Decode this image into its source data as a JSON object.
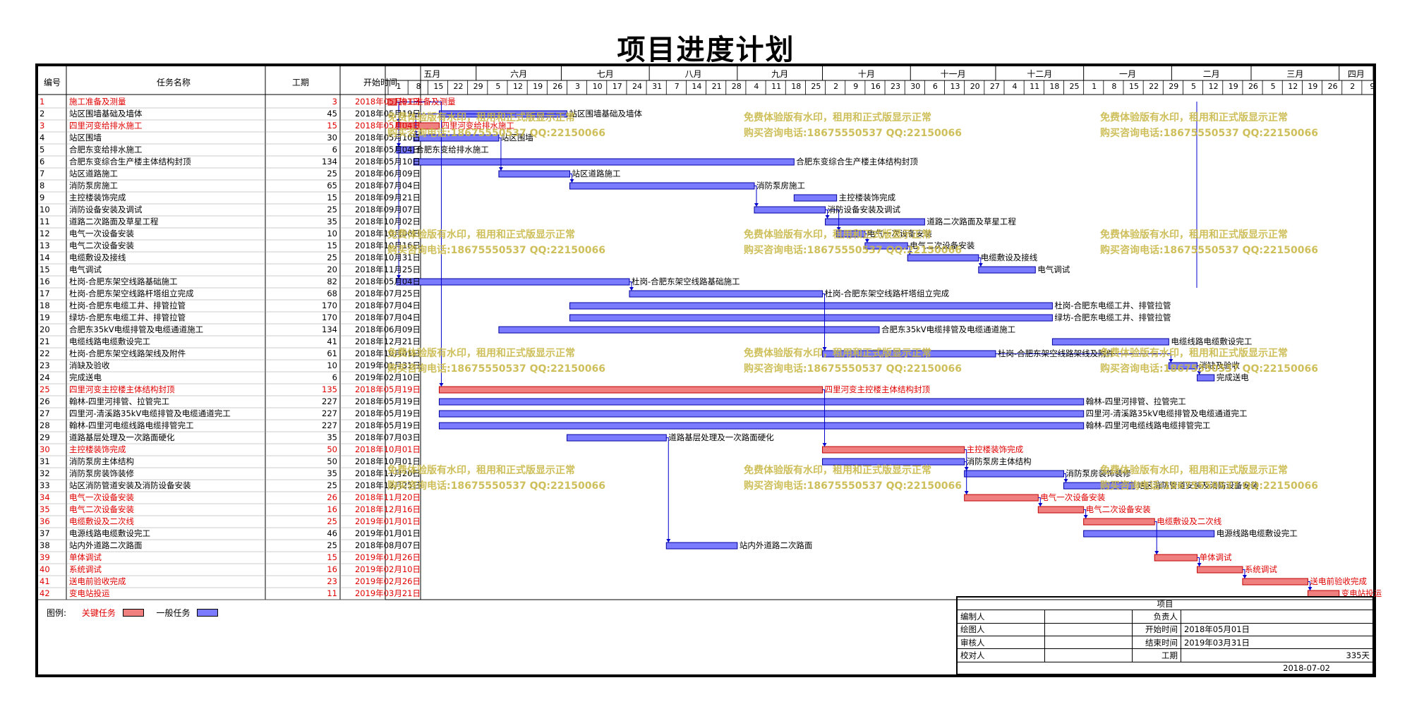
{
  "title": "项目进度计划",
  "columns": {
    "num": "编号",
    "name": "任务名称",
    "duration": "工期",
    "start": "开始时间"
  },
  "months": [
    "五月",
    "六月",
    "七月",
    "八月",
    "九月",
    "十月",
    "十一月",
    "十二月",
    "一月",
    "二月",
    "三月",
    "四月"
  ],
  "week_ticks": [
    "1",
    "8",
    "15",
    "22",
    "29",
    "5",
    "12",
    "19",
    "26",
    "3",
    "10",
    "17",
    "24",
    "31",
    "7",
    "14",
    "21",
    "28",
    "4",
    "11",
    "18",
    "25",
    "2",
    "9",
    "16",
    "23",
    "30",
    "6",
    "13",
    "20",
    "27",
    "4",
    "11",
    "18",
    "25",
    "1",
    "8",
    "15",
    "22",
    "29",
    "5",
    "12",
    "19",
    "26",
    "5",
    "12",
    "19",
    "26",
    "2",
    "9"
  ],
  "tasks": [
    {
      "id": "1",
      "name": "施工准备及测量",
      "dur": "3",
      "start": "2018年05月01日",
      "critical": true
    },
    {
      "id": "2",
      "name": "站区围墙基础及墙体",
      "dur": "45",
      "start": "2018年05月19日",
      "critical": false
    },
    {
      "id": "3",
      "name": "四里河变给排水施工",
      "dur": "15",
      "start": "2018年05月04日",
      "critical": true
    },
    {
      "id": "4",
      "name": "站区围墙",
      "dur": "30",
      "start": "2018年05月10日",
      "critical": false
    },
    {
      "id": "5",
      "name": "合肥东变给排水施工",
      "dur": "6",
      "start": "2018年05月04日",
      "critical": false
    },
    {
      "id": "6",
      "name": "合肥东变综合生产楼主体结构封顶",
      "dur": "134",
      "start": "2018年05月10日",
      "critical": false
    },
    {
      "id": "7",
      "name": "站区道路施工",
      "dur": "25",
      "start": "2018年06月09日",
      "critical": false
    },
    {
      "id": "8",
      "name": "消防泵房施工",
      "dur": "65",
      "start": "2018年07月04日",
      "critical": false
    },
    {
      "id": "9",
      "name": "主控楼装饰完成",
      "dur": "15",
      "start": "2018年09月21日",
      "critical": false
    },
    {
      "id": "10",
      "name": "消防设备安装及调试",
      "dur": "25",
      "start": "2018年09月07日",
      "critical": false
    },
    {
      "id": "11",
      "name": "道路二次路面及草星工程",
      "dur": "35",
      "start": "2018年10月02日",
      "critical": false
    },
    {
      "id": "12",
      "name": "电气一次设备安装",
      "dur": "10",
      "start": "2018年10月06日",
      "critical": false
    },
    {
      "id": "13",
      "name": "电气二次设备安装",
      "dur": "15",
      "start": "2018年10月16日",
      "critical": false
    },
    {
      "id": "14",
      "name": "电缆敷设及接线",
      "dur": "25",
      "start": "2018年10月31日",
      "critical": false
    },
    {
      "id": "15",
      "name": "电气调试",
      "dur": "20",
      "start": "2018年11月25日",
      "critical": false
    },
    {
      "id": "16",
      "name": "杜岗-合肥东架空线路基础施工",
      "dur": "82",
      "start": "2018年05月04日",
      "critical": false
    },
    {
      "id": "17",
      "name": "杜岗-合肥东架空线路杆塔组立完成",
      "dur": "68",
      "start": "2018年07月25日",
      "critical": false
    },
    {
      "id": "18",
      "name": "杜岗-合肥东电缆工井、排管拉管",
      "dur": "170",
      "start": "2018年07月04日",
      "critical": false
    },
    {
      "id": "19",
      "name": "绿坊-合肥东电缆工井、排管拉管",
      "dur": "170",
      "start": "2018年07月04日",
      "critical": false
    },
    {
      "id": "20",
      "name": "合肥东35kV电缆排管及电缆通道施工",
      "dur": "134",
      "start": "2018年06月09日",
      "critical": false
    },
    {
      "id": "21",
      "name": "电缆线路电缆敷设完工",
      "dur": "41",
      "start": "2018年12月21日",
      "critical": false
    },
    {
      "id": "22",
      "name": "杜岗-合肥东架空线路架线及附件",
      "dur": "61",
      "start": "2018年10月01日",
      "critical": false
    },
    {
      "id": "23",
      "name": "消缺及验收",
      "dur": "10",
      "start": "2019年01月31日",
      "critical": false
    },
    {
      "id": "24",
      "name": "完成送电",
      "dur": "6",
      "start": "2019年02月10日",
      "critical": false
    },
    {
      "id": "25",
      "name": "四里河变主控楼主体结构封顶",
      "dur": "135",
      "start": "2018年05月19日",
      "critical": true
    },
    {
      "id": "26",
      "name": "翰林-四里河排管、拉管完工",
      "dur": "227",
      "start": "2018年05月19日",
      "critical": false
    },
    {
      "id": "27",
      "name": "四里河-清溪路35kV电缆排管及电缆通道完工",
      "dur": "227",
      "start": "2018年05月19日",
      "critical": false
    },
    {
      "id": "28",
      "name": "翰林-四里河电缆线路电缆排管完工",
      "dur": "227",
      "start": "2018年05月19日",
      "critical": false
    },
    {
      "id": "29",
      "name": "道路基层处理及一次路面硬化",
      "dur": "35",
      "start": "2018年07月03日",
      "critical": false
    },
    {
      "id": "30",
      "name": "主控楼装饰完成",
      "dur": "50",
      "start": "2018年10月01日",
      "critical": true
    },
    {
      "id": "31",
      "name": "消防泵房主体结构",
      "dur": "50",
      "start": "2018年10月01日",
      "critical": false
    },
    {
      "id": "32",
      "name": "消防泵房装饰装修",
      "dur": "35",
      "start": "2018年11月20日",
      "critical": false
    },
    {
      "id": "33",
      "name": "站区消防管道安装及消防设备安装",
      "dur": "25",
      "start": "2018年12月25日",
      "critical": false
    },
    {
      "id": "34",
      "name": "电气一次设备安装",
      "dur": "26",
      "start": "2018年11月20日",
      "critical": true
    },
    {
      "id": "35",
      "name": "电气二次设备安装",
      "dur": "16",
      "start": "2018年12月16日",
      "critical": true
    },
    {
      "id": "36",
      "name": "电缆敷设及二次线",
      "dur": "25",
      "start": "2019年01月01日",
      "critical": true
    },
    {
      "id": "37",
      "name": "电源线路电缆敷设完工",
      "dur": "46",
      "start": "2019年01月01日",
      "critical": false
    },
    {
      "id": "38",
      "name": "站内外道路二次路面",
      "dur": "25",
      "start": "2018年08月07日",
      "critical": false
    },
    {
      "id": "39",
      "name": "单体调试",
      "dur": "15",
      "start": "2019年01月26日",
      "critical": true
    },
    {
      "id": "40",
      "name": "系统调试",
      "dur": "16",
      "start": "2019年02月10日",
      "critical": true
    },
    {
      "id": "41",
      "name": "送电前验收完成",
      "dur": "23",
      "start": "2019年02月26日",
      "critical": true
    },
    {
      "id": "42",
      "name": "变电站投运",
      "dur": "11",
      "start": "2019年03月21日",
      "critical": true
    }
  ],
  "bar_labels": [
    "施工准备及测量",
    "站区围墙基础及墙体",
    "四里河变给排水施工",
    "站区围墙",
    "合肥东变给排水施工",
    "合肥东变综合生产楼主体结构封顶",
    "站区道路施工",
    "消防泵房施工",
    "主控楼装饰完成",
    "消防设备安装及调试",
    "道路二次路面及草星工程",
    "电气一次设备安装",
    "电气二次设备安装",
    "电缆敷设及接线",
    "电气调试",
    "杜岗-合肥东架空线路基础施工",
    "杜岗-合肥东架空线路杆塔组立完成",
    "杜岗-合肥东电缆工井、排管拉管",
    "绿坊-合肥东电缆工井、排管拉管",
    "合肥东35kV电缆排管及电缆通道施工",
    "电缆线路电缆敷设完工",
    "杜岗-合肥东架空线路架线及附件",
    "消缺及验收",
    "完成送电",
    "四里河变主控楼主体结构封顶",
    "翰林-四里河排管、拉管完工",
    "四里河-清溪路35kV电缆排管及电缆通道完工",
    "翰林-四里河电缆线路电缆排管完工",
    "道路基层处理及一次路面硬化",
    "主控楼装饰完成",
    "消防泵房主体结构",
    "消防泵房装饰装修",
    "站区消防管道安装及消防设备安装",
    "电气一次设备安装",
    "电气二次设备安装",
    "电缆敷设及二次线",
    "电源线路电缆敷设完工",
    "站内外道路二次路面",
    "单体调试",
    "系统调试",
    "送电前验收完成",
    "变电站投运"
  ],
  "watermark": {
    "line1": "免费体验版有水印，租用和正式版显示正常",
    "line2": "购买咨询电话:18675550537 QQ:22150066"
  },
  "legend": {
    "label": "图例:",
    "critical": "关键任务",
    "normal": "一般任务"
  },
  "colors": {
    "critical_bar": "#f08080",
    "normal_bar": "#7b7bff",
    "critical_text": "#e00000",
    "link": "#0000cc",
    "watermark": "#c9b94a"
  },
  "info": {
    "project_label": "项目",
    "editor_label": "编制人",
    "owner_label": "负责人",
    "drawer_label": "绘图人",
    "start_label": "开始时间",
    "start_value": "2018年05月01日",
    "reviewer_label": "审核人",
    "end_label": "结束时间",
    "end_value": "2019年03月31日",
    "checker_label": "校对人",
    "duration_label": "工期",
    "duration_value": "335天",
    "date": "2018-07-02"
  }
}
